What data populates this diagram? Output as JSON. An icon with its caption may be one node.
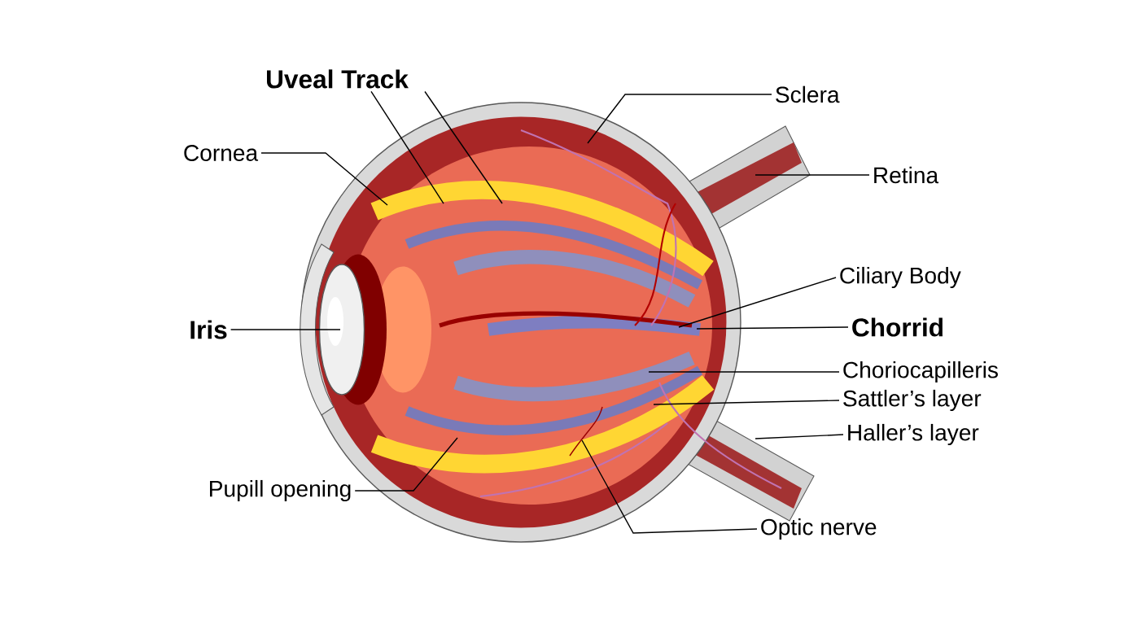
{
  "diagram": {
    "nodes": [
      {
        "text": [
          "Uveal Track"
        ]
      },
      {
        "text": [
          "Sclera"
        ]
      },
      {
        "text": [
          "Cornea"
        ]
      },
      {
        "text": [
          "Retina"
        ]
      },
      {
        "text": [
          "Ciliary Body"
        ]
      },
      {
        "text": [
          "Iris"
        ]
      },
      {
        "text": [
          "Chorrid"
        ]
      },
      {
        "text": [
          "Choriocapilleris"
        ]
      },
      {
        "text": [
          "Sattler’s layer"
        ]
      },
      {
        "text": [
          "Haller’s layer"
        ]
      },
      {
        "text": [
          "Pupill opening"
        ]
      },
      {
        "text": [
          "Optic nerve"
        ]
      }
    ],
    "edges": [
      {
        "from": 0,
        "to": null,
        "arrow": "none"
      },
      {
        "from": 0,
        "to": null,
        "arrow": "none"
      },
      {
        "from": 1,
        "to": null,
        "arrow": "none"
      },
      {
        "from": 2,
        "to": null,
        "arrow": "none"
      },
      {
        "from": 3,
        "to": null,
        "arrow": "none"
      },
      {
        "from": 4,
        "to": null,
        "arrow": "none"
      },
      {
        "from": 5,
        "to": null,
        "arrow": "none"
      },
      {
        "from": 6,
        "to": null,
        "arrow": "none"
      },
      {
        "from": 7,
        "to": null,
        "arrow": "none"
      },
      {
        "from": 8,
        "to": null,
        "arrow": "none"
      },
      {
        "from": 9,
        "to": null,
        "arrow": "none"
      },
      {
        "from": 10,
        "to": null,
        "arrow": "none"
      },
      {
        "from": 11,
        "to": null,
        "arrow": "none"
      }
    ]
  }
}
